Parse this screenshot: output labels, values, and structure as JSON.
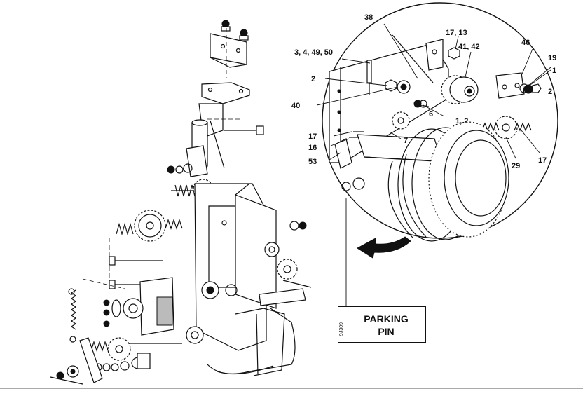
{
  "figure": {
    "callouts": [
      {
        "id": "c38",
        "text": "38"
      },
      {
        "id": "c17_13",
        "text": "17, 13"
      },
      {
        "id": "c3_4_49_50",
        "text": "3, 4, 49, 50"
      },
      {
        "id": "c41_42",
        "text": "41, 42"
      },
      {
        "id": "c46",
        "text": "46"
      },
      {
        "id": "c19",
        "text": "19"
      },
      {
        "id": "c1_right",
        "text": "1"
      },
      {
        "id": "c2_left",
        "text": "2"
      },
      {
        "id": "c2_right",
        "text": "2"
      },
      {
        "id": "c40",
        "text": "40"
      },
      {
        "id": "c6",
        "text": "6"
      },
      {
        "id": "c1_2",
        "text": "1, 2"
      },
      {
        "id": "c17_left",
        "text": "17"
      },
      {
        "id": "c16",
        "text": "16"
      },
      {
        "id": "c7",
        "text": "7"
      },
      {
        "id": "c53",
        "text": "53"
      },
      {
        "id": "c29",
        "text": "29"
      },
      {
        "id": "c17_right",
        "text": "17"
      }
    ],
    "parking_pin": {
      "line1": "PARKING",
      "line2": "PIN"
    },
    "doc_code": "9J309"
  }
}
